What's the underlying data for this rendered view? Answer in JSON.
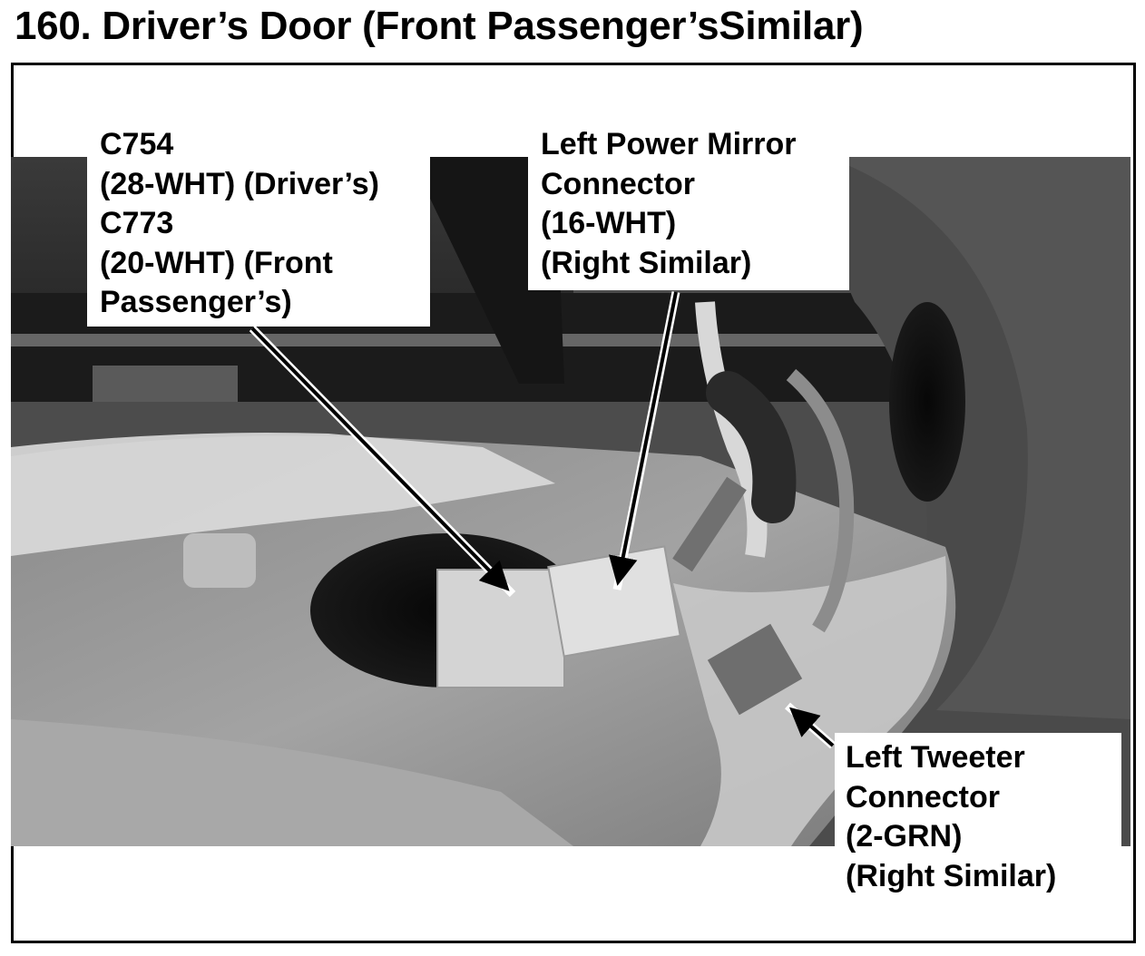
{
  "title": "160. Driver’s Door (Front Passenger’sSimilar)",
  "callouts": {
    "connector_c754_c773": {
      "lines": [
        "C754",
        "(28-WHT) (Driver’s)",
        "C773",
        "(20-WHT) (Front",
        "Passenger’s)"
      ]
    },
    "left_power_mirror_connector": {
      "lines": [
        "Left Power Mirror",
        "Connector",
        "(16-WHT)",
        "(Right Similar)"
      ]
    },
    "left_tweeter_connector": {
      "lines": [
        "Left Tweeter",
        "Connector",
        "(2-GRN)",
        "(Right Similar)"
      ]
    }
  },
  "icons": [
    "arrow-icon"
  ],
  "colors": {
    "ink": "#000000",
    "paper": "#ffffff"
  }
}
